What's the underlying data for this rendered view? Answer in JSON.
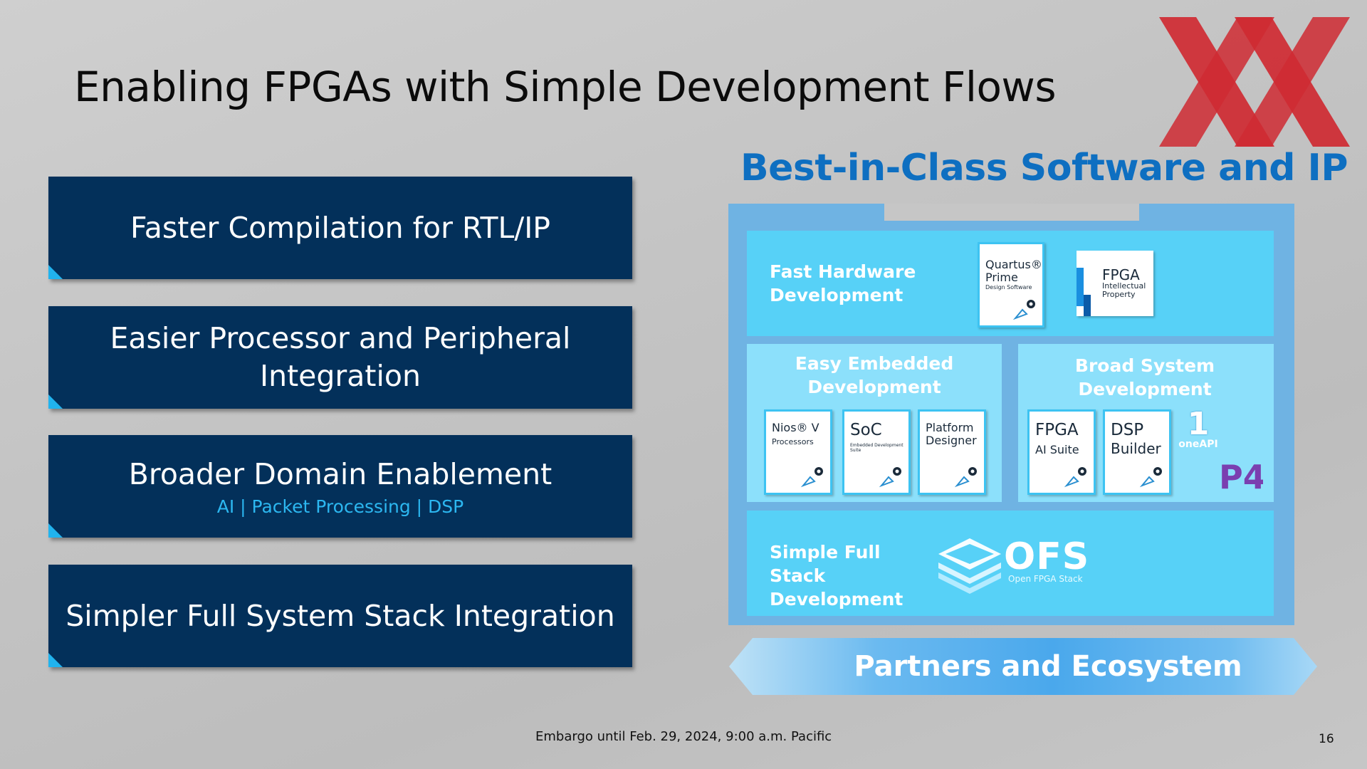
{
  "slide": {
    "title": "Enabling FPGAs with Simple Development Flows",
    "footer": "Embargo until Feb. 29, 2024, 9:00 a.m. Pacific",
    "page_number": "16"
  },
  "colors": {
    "navy_box": "#03305a",
    "accent_cyan": "#21b3ee",
    "heading_blue": "#0e6fc1",
    "panel_cyan": "#57d1f7",
    "panel_light": "#8ce0fb",
    "logo_red": "#cf2a32"
  },
  "left_boxes": [
    {
      "main": "Faster Compilation for RTL/IP",
      "sub": ""
    },
    {
      "main": "Easier Processor and Peripheral Integration",
      "sub": ""
    },
    {
      "main": "Broader Domain Enablement",
      "sub": "AI | Packet Processing | DSP"
    },
    {
      "main": "Simpler Full System Stack Integration",
      "sub": ""
    }
  ],
  "right": {
    "heading": "Best-in-Class Software and IP",
    "fast_hw": {
      "label": "Fast Hardware Development",
      "quartus": {
        "title": "Quartus® Prime",
        "sub": "Design Software"
      },
      "ip": {
        "title": "FPGA",
        "sub": "Intellectual Property"
      }
    },
    "embedded": {
      "label": "Easy Embedded Development",
      "cards": [
        {
          "title": "Nios® V",
          "sub": "Processors"
        },
        {
          "title": "SoC",
          "sub": "Embedded Development Suite"
        },
        {
          "title": "Platform Designer",
          "sub": ""
        }
      ]
    },
    "broad": {
      "label": "Broad System Development",
      "cards": [
        {
          "title": "FPGA",
          "sub": "AI Suite"
        },
        {
          "title": "DSP",
          "sub": "Builder"
        }
      ],
      "oneapi_number": "1",
      "oneapi_label": "oneAPI",
      "p4_label": "P4"
    },
    "stack": {
      "label": "Simple Full Stack Development",
      "ofs": "OFS",
      "ofs_sub": "Open FPGA Stack"
    },
    "partners": "Partners and Ecosystem"
  },
  "icons": [
    "logo-xx-icon",
    "pen-gear-icon",
    "ofs-layers-icon",
    "p4-logo-icon"
  ]
}
